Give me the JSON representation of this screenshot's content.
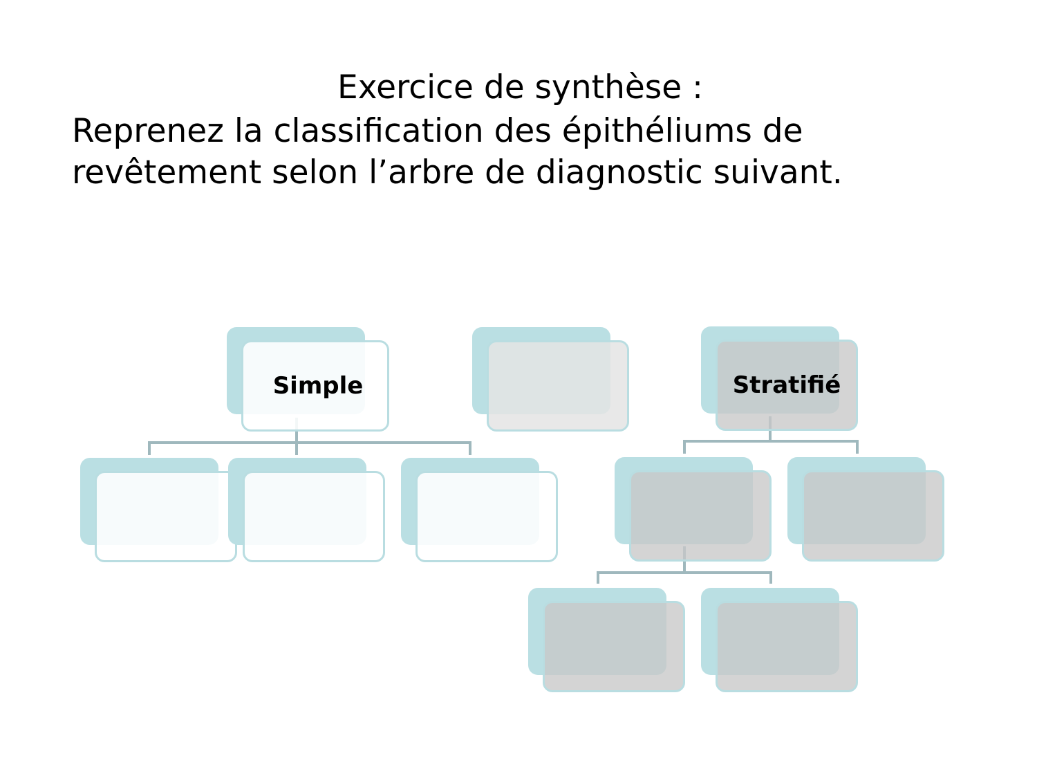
{
  "slide": {
    "title": "Exercice de synthèse :",
    "instruction": "Reprenez la classification des épithéliums de\nrevêtement selon l’arbre de diagnostic suivant."
  },
  "diagram": {
    "colors": {
      "back_fill": "#badfe3",
      "front_border": "#b9dde1",
      "connector": "#9fb8bd",
      "simple_branch_fill": "#f6fafb",
      "stratified_branch_fill": "#cfcfcf"
    },
    "nodes": {
      "simple": {
        "label": "Simple"
      },
      "middle": {
        "label": ""
      },
      "stratifie": {
        "label": "Stratifié"
      },
      "simple_child_1": {
        "label": ""
      },
      "simple_child_2": {
        "label": ""
      },
      "simple_child_3": {
        "label": ""
      },
      "stratifie_child_1": {
        "label": ""
      },
      "stratifie_child_2": {
        "label": ""
      },
      "stratifie_grandchild_1": {
        "label": ""
      },
      "stratifie_grandchild_2": {
        "label": ""
      }
    }
  }
}
